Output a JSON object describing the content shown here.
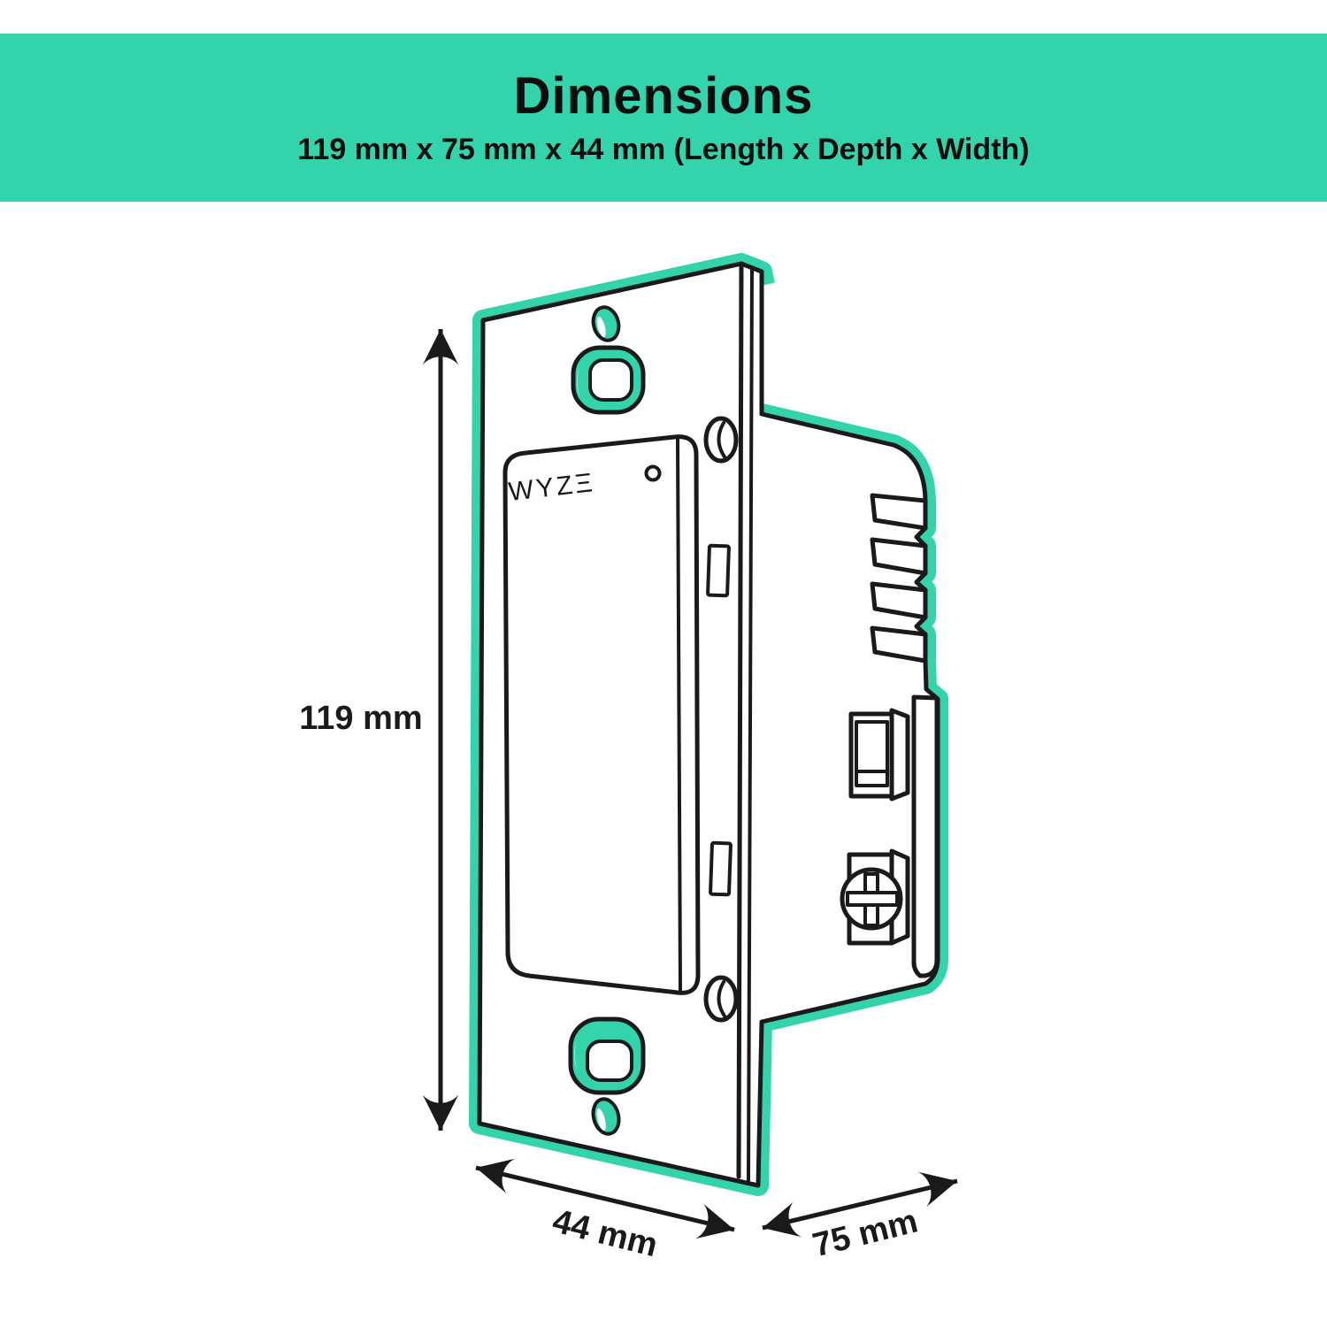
{
  "header": {
    "title": "Dimensions",
    "subtitle": "119 mm x 75 mm x 44 mm (Length x Depth x Width)"
  },
  "illustration": {
    "brand_logo": "WYZΞ",
    "dimension_height": "119 mm",
    "dimension_width": "44 mm",
    "dimension_depth": "75 mm"
  },
  "colors": {
    "accent_teal": "#33d3ac",
    "line_black": "#1a1a1a",
    "background": "#ffffff"
  }
}
